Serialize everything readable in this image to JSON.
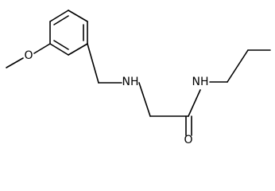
{
  "molecule": {
    "atoms": {
      "oxygen_methoxy": "O",
      "amine_nh": "NH",
      "amide_nh": "NH",
      "carbonyl_oxygen": "O"
    }
  }
}
